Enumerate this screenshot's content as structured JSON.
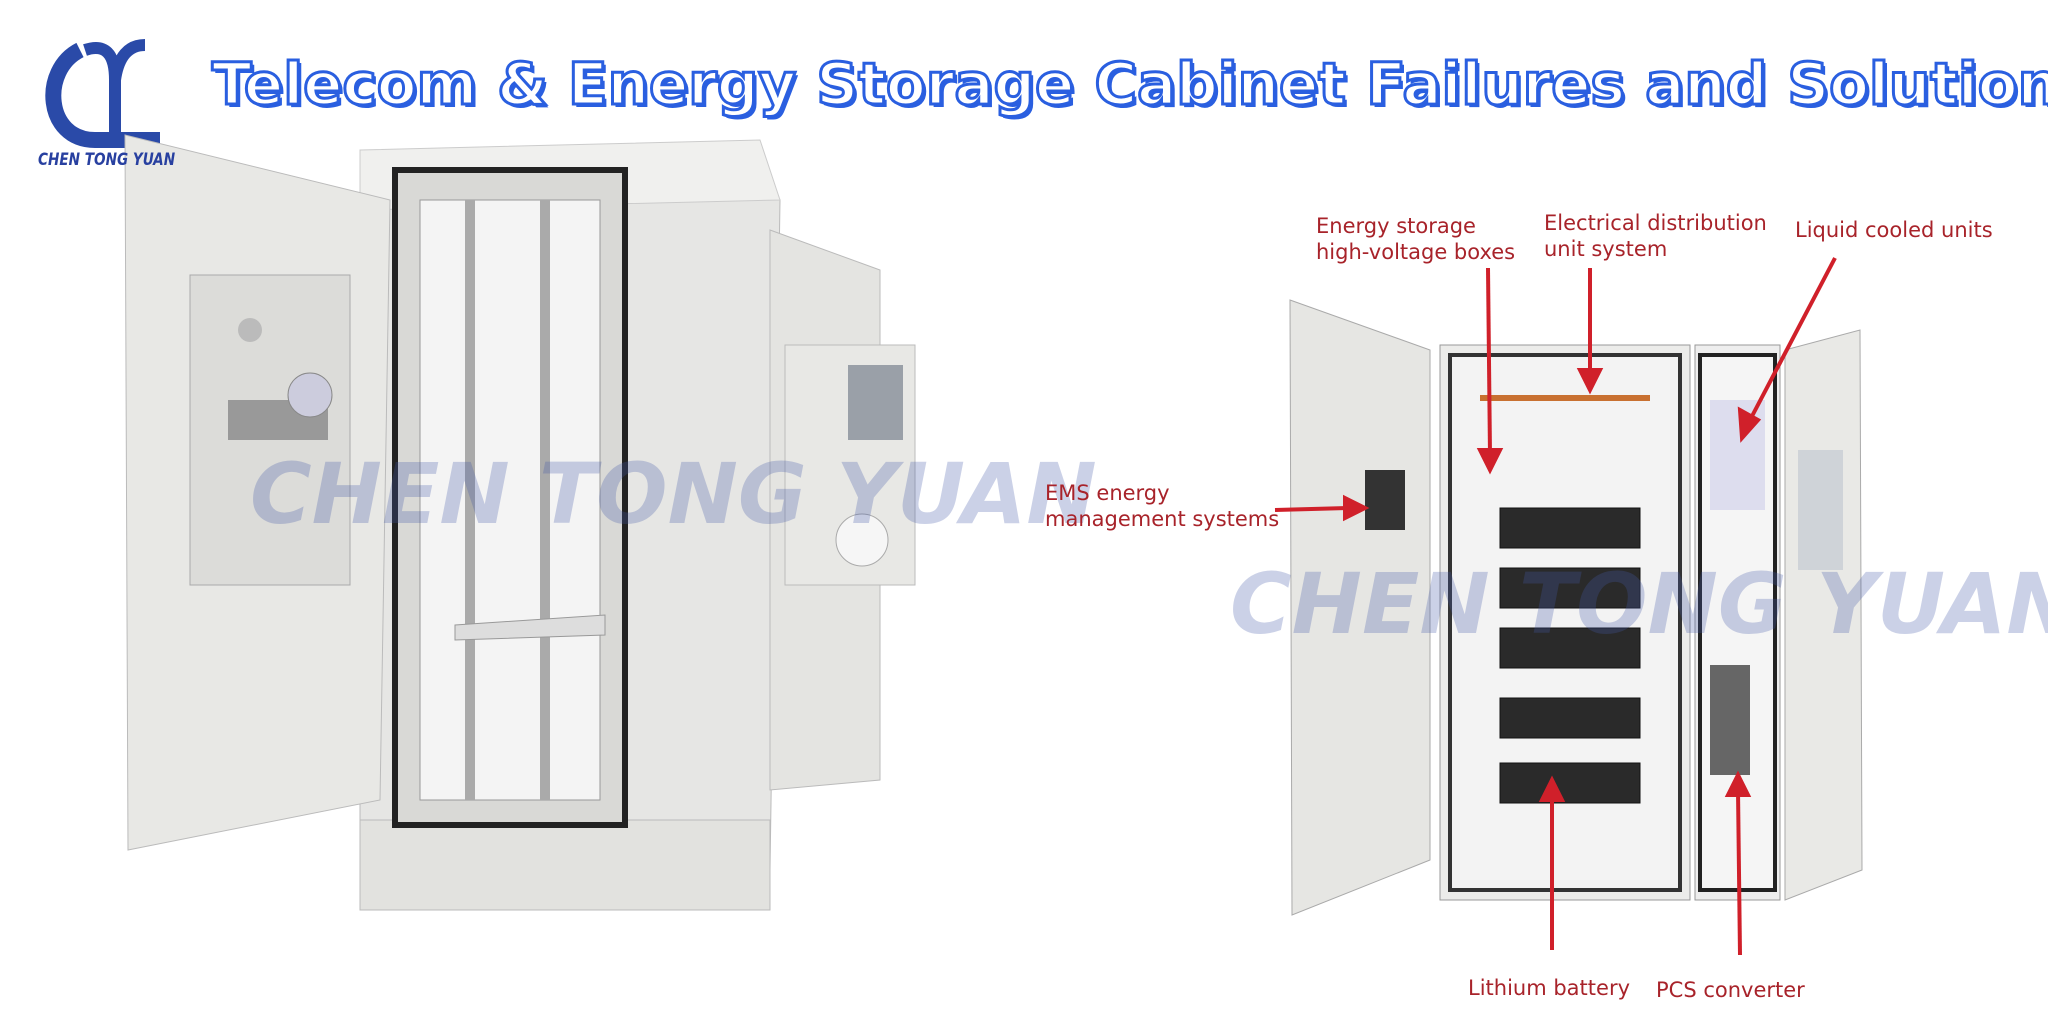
{
  "title": "Telecom  & Energy Storage Cabinet Failures and Solutions",
  "brand": {
    "logo_text": "CHEN TONG YUAN",
    "watermark": "CHEN TONG YUAN",
    "color": "#2a4aa8"
  },
  "accent_colors": {
    "title": "#2a5fe0",
    "labels": "#a8232a",
    "arrows": "#d0202a"
  },
  "labels": {
    "hv_boxes": [
      "Energy storage",
      "high-voltage boxes"
    ],
    "distribution": [
      "Electrical distribution",
      "unit system"
    ],
    "liquid_cooled": "Liquid cooled units",
    "ems": [
      "EMS energy",
      "management systems"
    ],
    "lithium": "Lithium battery",
    "pcs": "PCS converter"
  }
}
